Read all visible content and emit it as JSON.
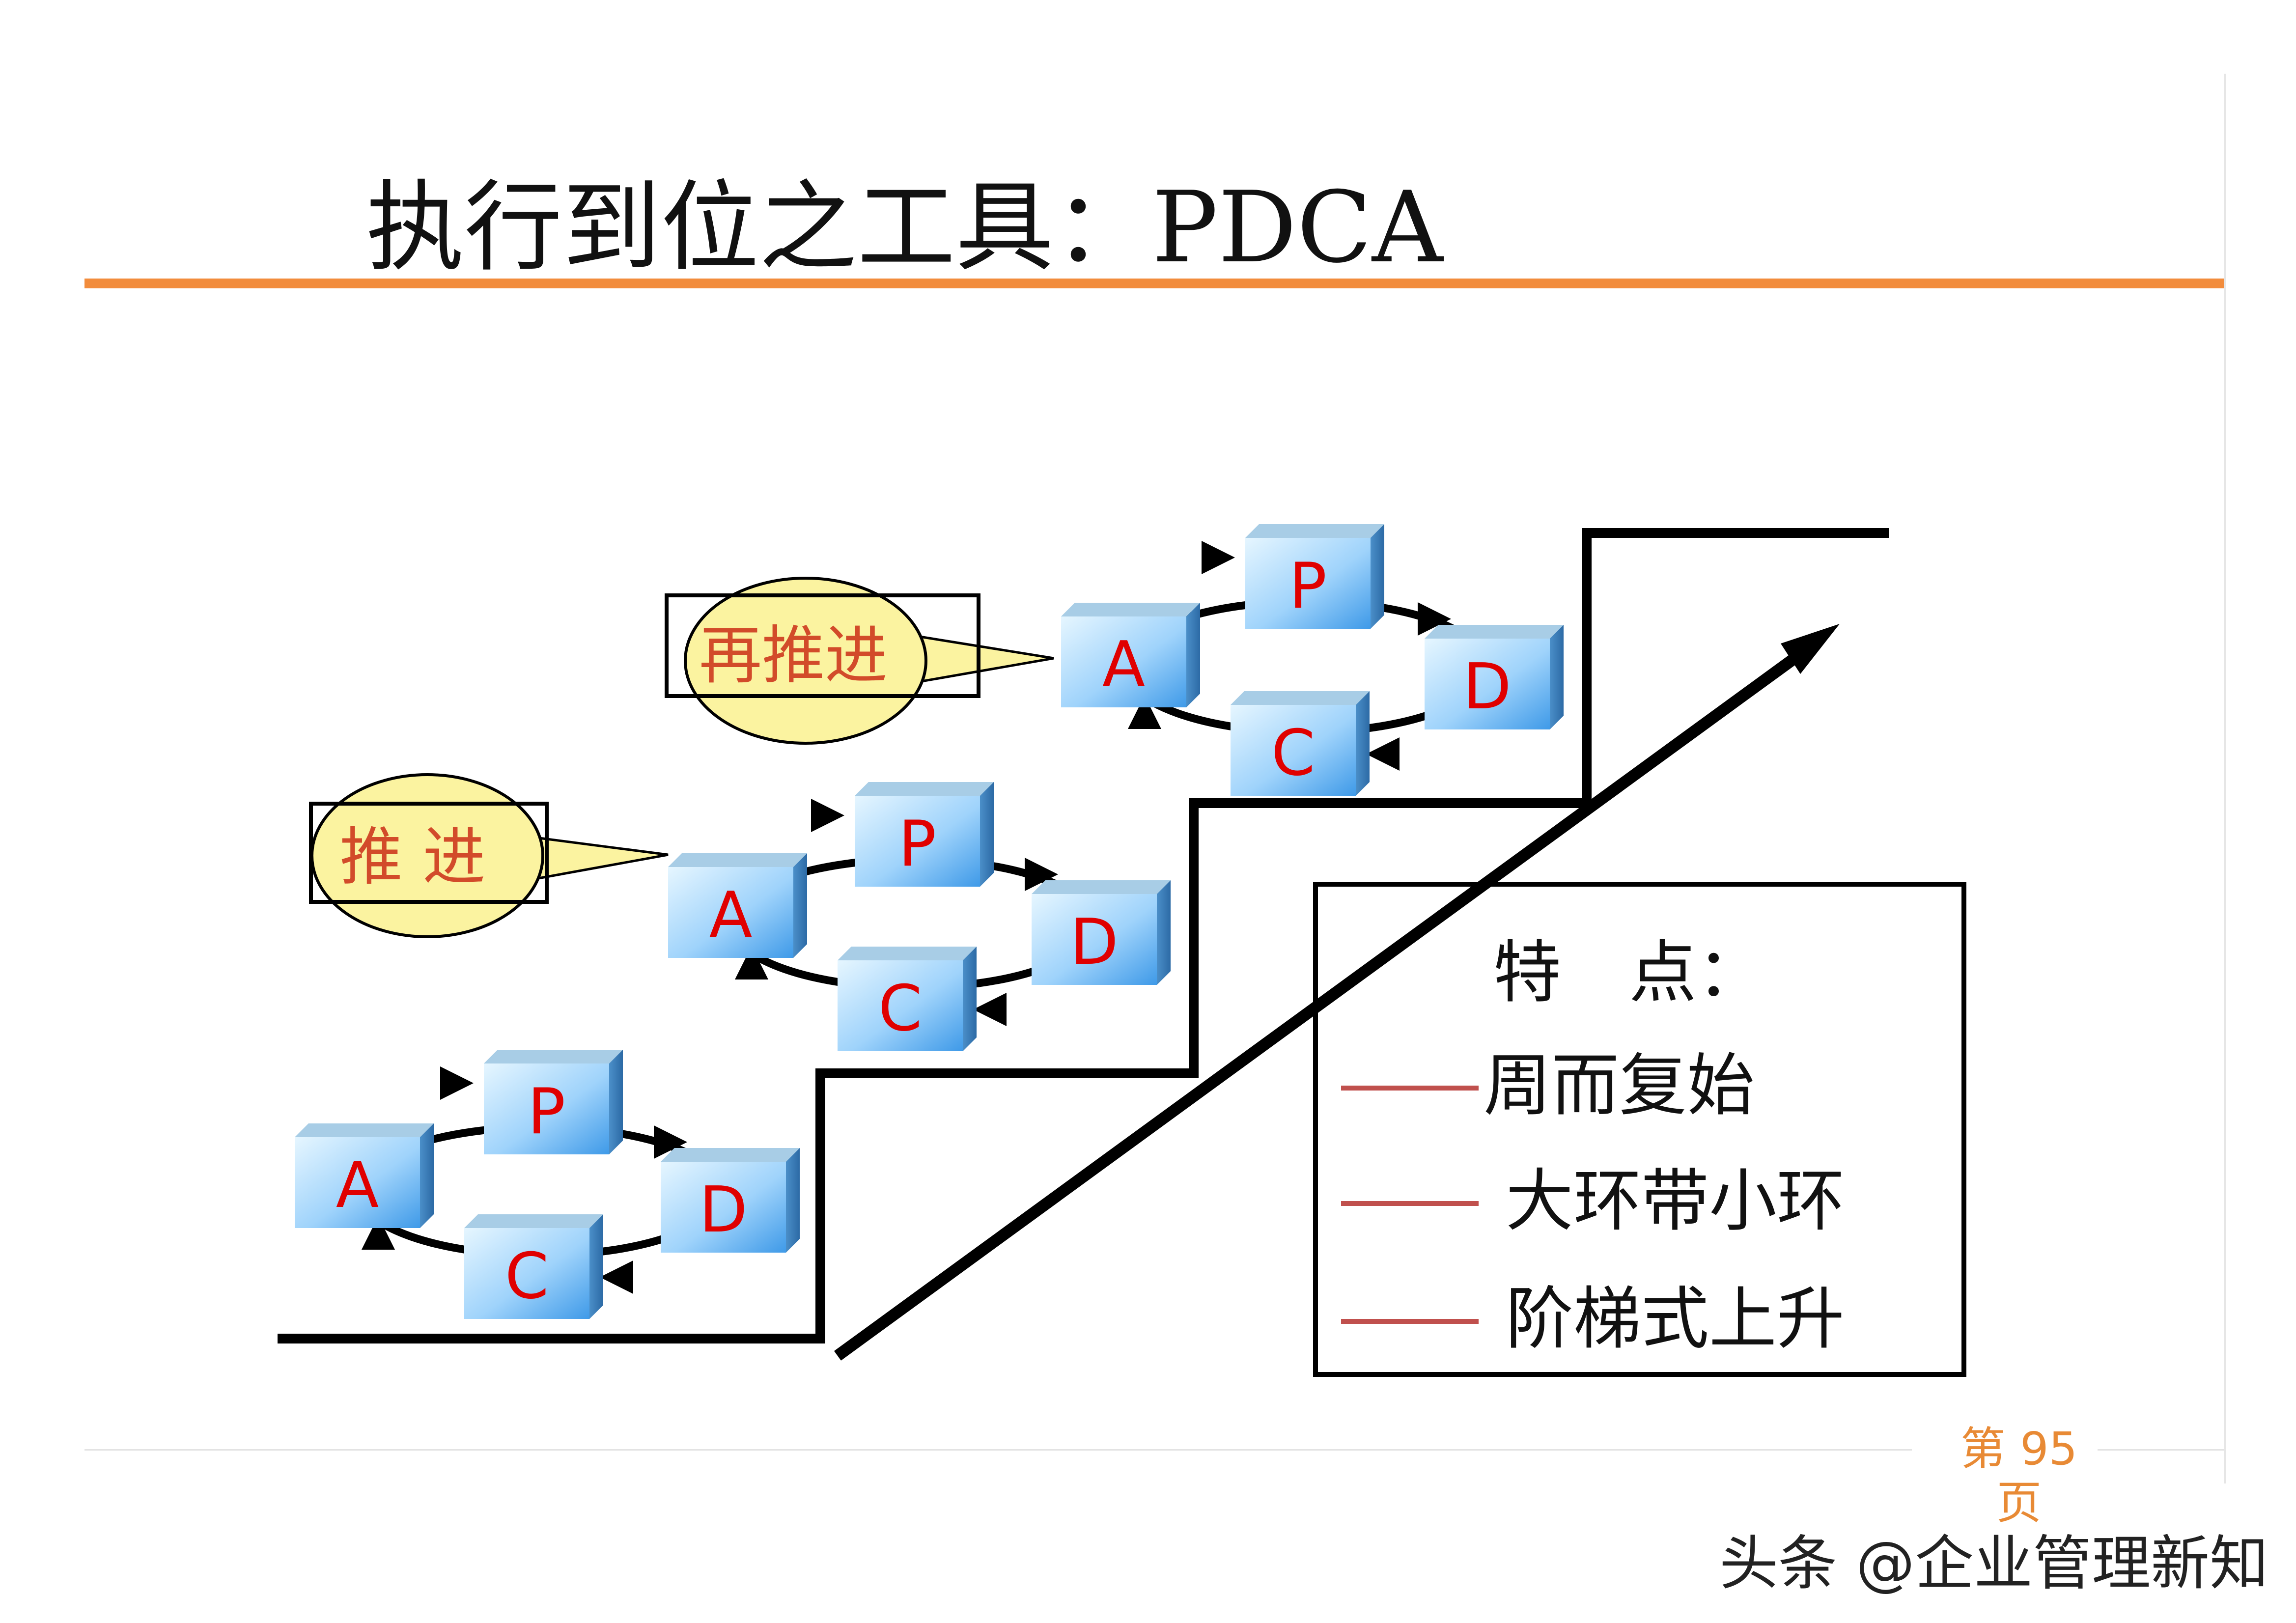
{
  "title": "执行到位之工具：PDCA",
  "colors": {
    "title_rule": "#f28c3c",
    "box_face_light": "#d6efff",
    "box_face_dark": "#4aa5f0",
    "box_letter": "#e00000",
    "bubble_fill": "#fbf3a0",
    "bubble_text": "#d24b2a",
    "legend_dash": "#c0504d",
    "page_number": "#e88a35"
  },
  "cycles": [
    {
      "level": 1,
      "letters": {
        "p": "P",
        "d": "D",
        "c": "C",
        "a": "A"
      }
    },
    {
      "level": 2,
      "letters": {
        "p": "P",
        "d": "D",
        "c": "C",
        "a": "A"
      }
    },
    {
      "level": 3,
      "letters": {
        "p": "P",
        "d": "D",
        "c": "C",
        "a": "A"
      }
    }
  ],
  "callouts": [
    {
      "text": "推 进",
      "target_level": 2
    },
    {
      "text": "再推进",
      "target_level": 3
    }
  ],
  "legend": {
    "heading": "特　点：",
    "items": [
      "周而复始",
      "大环带小环",
      "阶梯式上升"
    ]
  },
  "footer": {
    "page_number_line1": "第 95",
    "page_number_line2": "页"
  },
  "watermark": "头条 @企业管理新知"
}
